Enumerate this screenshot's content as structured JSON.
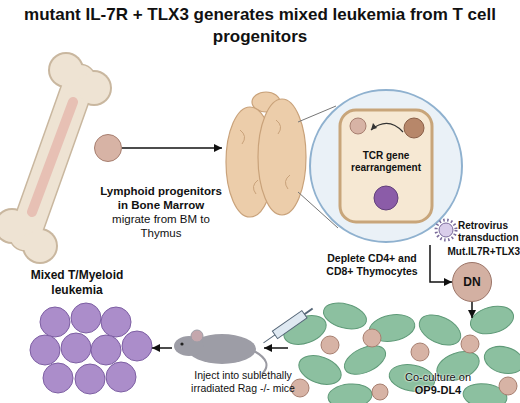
{
  "diagram": {
    "title": "mutant IL-7R + TLX3 generates mixed leukemia from T cell progenitors",
    "nodes": [
      {
        "text": [
          "Lymphoid progenitors in Bone Marrow",
          "migrate from BM to Thymus"
        ]
      },
      {
        "text": [
          "TCR gene rearrangement"
        ]
      },
      {
        "text": [
          "DN"
        ]
      },
      {
        "text": [
          "Co-culture on",
          "OP9-DL4"
        ]
      },
      {
        "text": [
          "Inject into sublethally irradiated Rag -/- mice"
        ]
      },
      {
        "text": [
          "Mixed T/Myeloid leukemia"
        ]
      }
    ],
    "edges": [
      {
        "from": 0,
        "to": 1,
        "arrow": "to"
      },
      {
        "from": 1,
        "to": 2,
        "label": "Deplete CD4+ and CD8+ Thymocytes",
        "arrow": "to"
      },
      {
        "from": 2,
        "to": 3,
        "arrow": "to"
      },
      {
        "from": 3,
        "to": 4,
        "arrow": "to"
      },
      {
        "from": 4,
        "to": 5,
        "arrow": "to"
      }
    ],
    "labels": [
      "Retrovirus transduction",
      "Mut.IL7R+TLX3"
    ]
  }
}
